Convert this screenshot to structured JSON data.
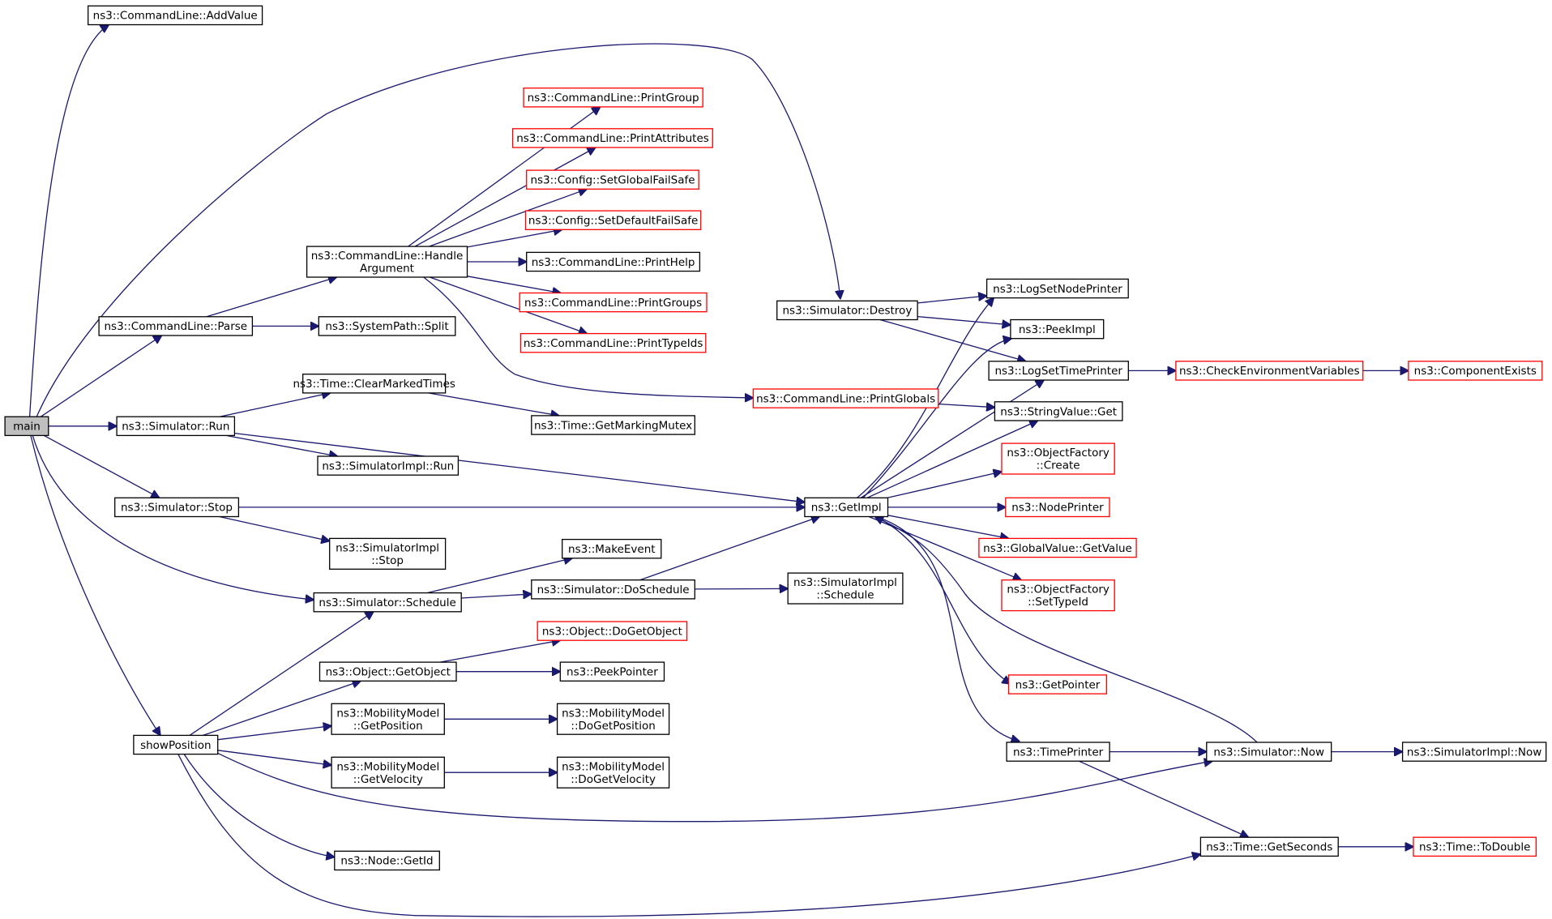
{
  "graph": {
    "nodes": [
      {
        "id": "main",
        "label": [
          "main"
        ],
        "style": "root"
      },
      {
        "id": "addvalue",
        "label": [
          "ns3::CommandLine::AddValue"
        ],
        "style": "normal"
      },
      {
        "id": "parse",
        "label": [
          "ns3::CommandLine::Parse"
        ],
        "style": "normal"
      },
      {
        "id": "handleargument",
        "label": [
          "ns3::CommandLine::Handle",
          "Argument"
        ],
        "style": "normal"
      },
      {
        "id": "printgroup",
        "label": [
          "ns3::CommandLine::PrintGroup"
        ],
        "style": "truncated"
      },
      {
        "id": "printattributes",
        "label": [
          "ns3::CommandLine::PrintAttributes"
        ],
        "style": "truncated"
      },
      {
        "id": "setglobalfailsafe",
        "label": [
          "ns3::Config::SetGlobalFailSafe"
        ],
        "style": "truncated"
      },
      {
        "id": "setdefaultfailsafe",
        "label": [
          "ns3::Config::SetDefaultFailSafe"
        ],
        "style": "truncated"
      },
      {
        "id": "printhelp",
        "label": [
          "ns3::CommandLine::PrintHelp"
        ],
        "style": "normal"
      },
      {
        "id": "printgroups",
        "label": [
          "ns3::CommandLine::PrintGroups"
        ],
        "style": "truncated"
      },
      {
        "id": "printtypeids",
        "label": [
          "ns3::CommandLine::PrintTypeIds"
        ],
        "style": "truncated"
      },
      {
        "id": "printglobals",
        "label": [
          "ns3::CommandLine::PrintGlobals"
        ],
        "style": "truncated"
      },
      {
        "id": "split",
        "label": [
          "ns3::SystemPath::Split"
        ],
        "style": "normal"
      },
      {
        "id": "destroy",
        "label": [
          "ns3::Simulator::Destroy"
        ],
        "style": "normal"
      },
      {
        "id": "logsetnodeprinter",
        "label": [
          "ns3::LogSetNodePrinter"
        ],
        "style": "normal"
      },
      {
        "id": "peekimpl",
        "label": [
          "ns3::PeekImpl"
        ],
        "style": "normal"
      },
      {
        "id": "logsettimeprinter",
        "label": [
          "ns3::LogSetTimePrinter"
        ],
        "style": "normal"
      },
      {
        "id": "checkenv",
        "label": [
          "ns3::CheckEnvironmentVariables"
        ],
        "style": "truncated"
      },
      {
        "id": "componentexists",
        "label": [
          "ns3::ComponentExists"
        ],
        "style": "truncated"
      },
      {
        "id": "stringvalueget",
        "label": [
          "ns3::StringValue::Get"
        ],
        "style": "normal"
      },
      {
        "id": "objfactorycreate",
        "label": [
          "ns3::ObjectFactory",
          "::Create"
        ],
        "style": "truncated"
      },
      {
        "id": "nodeprinter",
        "label": [
          "ns3::NodePrinter"
        ],
        "style": "truncated"
      },
      {
        "id": "globalvaluegetvalue",
        "label": [
          "ns3::GlobalValue::GetValue"
        ],
        "style": "truncated"
      },
      {
        "id": "objfactorysettypeid",
        "label": [
          "ns3::ObjectFactory",
          "::SetTypeId"
        ],
        "style": "truncated"
      },
      {
        "id": "getpointer",
        "label": [
          "ns3::GetPointer"
        ],
        "style": "truncated"
      },
      {
        "id": "getimpl",
        "label": [
          "ns3::GetImpl"
        ],
        "style": "normal"
      },
      {
        "id": "simrun",
        "label": [
          "ns3::Simulator::Run"
        ],
        "style": "normal"
      },
      {
        "id": "clearmarkedtimes",
        "label": [
          "ns3::Time::ClearMarkedTimes"
        ],
        "style": "normal"
      },
      {
        "id": "getmarkingmutex",
        "label": [
          "ns3::Time::GetMarkingMutex"
        ],
        "style": "normal"
      },
      {
        "id": "simimplrun",
        "label": [
          "ns3::SimulatorImpl::Run"
        ],
        "style": "normal"
      },
      {
        "id": "simstop",
        "label": [
          "ns3::Simulator::Stop"
        ],
        "style": "normal"
      },
      {
        "id": "simimplstop",
        "label": [
          "ns3::SimulatorImpl",
          "::Stop"
        ],
        "style": "normal"
      },
      {
        "id": "makeevent",
        "label": [
          "ns3::MakeEvent"
        ],
        "style": "normal"
      },
      {
        "id": "simschedule",
        "label": [
          "ns3::Simulator::Schedule"
        ],
        "style": "normal"
      },
      {
        "id": "doschedule",
        "label": [
          "ns3::Simulator::DoSchedule"
        ],
        "style": "normal"
      },
      {
        "id": "simimplschedule",
        "label": [
          "ns3::SimulatorImpl",
          "::Schedule"
        ],
        "style": "normal"
      },
      {
        "id": "dogetobject",
        "label": [
          "ns3::Object::DoGetObject"
        ],
        "style": "truncated"
      },
      {
        "id": "getobject",
        "label": [
          "ns3::Object::GetObject"
        ],
        "style": "normal"
      },
      {
        "id": "peekpointer",
        "label": [
          "ns3::PeekPointer"
        ],
        "style": "normal"
      },
      {
        "id": "mmgetposition",
        "label": [
          "ns3::MobilityModel",
          "::GetPosition"
        ],
        "style": "normal"
      },
      {
        "id": "mmdogetposition",
        "label": [
          "ns3::MobilityModel",
          "::DoGetPosition"
        ],
        "style": "normal"
      },
      {
        "id": "showposition",
        "label": [
          "showPosition"
        ],
        "style": "normal"
      },
      {
        "id": "mmgetvelocity",
        "label": [
          "ns3::MobilityModel",
          "::GetVelocity"
        ],
        "style": "normal"
      },
      {
        "id": "mmdogetvelocity",
        "label": [
          "ns3::MobilityModel",
          "::DoGetVelocity"
        ],
        "style": "normal"
      },
      {
        "id": "nodegetid",
        "label": [
          "ns3::Node::GetId"
        ],
        "style": "normal"
      },
      {
        "id": "timeprinter",
        "label": [
          "ns3::TimePrinter"
        ],
        "style": "normal"
      },
      {
        "id": "simnow",
        "label": [
          "ns3::Simulator::Now"
        ],
        "style": "normal"
      },
      {
        "id": "simimplnow",
        "label": [
          "ns3::SimulatorImpl::Now"
        ],
        "style": "normal"
      },
      {
        "id": "timegetseconds",
        "label": [
          "ns3::Time::GetSeconds"
        ],
        "style": "normal"
      },
      {
        "id": "timetodouble",
        "label": [
          "ns3::Time::ToDouble"
        ],
        "style": "truncated"
      }
    ],
    "edges": [
      [
        "main",
        "addvalue"
      ],
      [
        "main",
        "destroy"
      ],
      [
        "main",
        "parse"
      ],
      [
        "main",
        "simrun"
      ],
      [
        "main",
        "simstop"
      ],
      [
        "main",
        "simschedule"
      ],
      [
        "main",
        "showposition"
      ],
      [
        "parse",
        "handleargument"
      ],
      [
        "parse",
        "split"
      ],
      [
        "handleargument",
        "printgroup"
      ],
      [
        "handleargument",
        "printattributes"
      ],
      [
        "handleargument",
        "setglobalfailsafe"
      ],
      [
        "handleargument",
        "setdefaultfailsafe"
      ],
      [
        "handleargument",
        "printhelp"
      ],
      [
        "handleargument",
        "printgroups"
      ],
      [
        "handleargument",
        "printtypeids"
      ],
      [
        "handleargument",
        "printglobals"
      ],
      [
        "printglobals",
        "stringvalueget"
      ],
      [
        "destroy",
        "logsetnodeprinter"
      ],
      [
        "destroy",
        "peekimpl"
      ],
      [
        "destroy",
        "logsettimeprinter"
      ],
      [
        "logsettimeprinter",
        "checkenv"
      ],
      [
        "checkenv",
        "componentexists"
      ],
      [
        "simrun",
        "clearmarkedtimes"
      ],
      [
        "simrun",
        "simimplrun"
      ],
      [
        "simrun",
        "getimpl"
      ],
      [
        "clearmarkedtimes",
        "getmarkingmutex"
      ],
      [
        "simstop",
        "getimpl"
      ],
      [
        "simstop",
        "simimplstop"
      ],
      [
        "simschedule",
        "makeevent"
      ],
      [
        "simschedule",
        "doschedule"
      ],
      [
        "doschedule",
        "getimpl"
      ],
      [
        "doschedule",
        "simimplschedule"
      ],
      [
        "getimpl",
        "logsetnodeprinter"
      ],
      [
        "getimpl",
        "peekimpl"
      ],
      [
        "getimpl",
        "logsettimeprinter"
      ],
      [
        "getimpl",
        "stringvalueget"
      ],
      [
        "getimpl",
        "objfactorycreate"
      ],
      [
        "getimpl",
        "nodeprinter"
      ],
      [
        "getimpl",
        "globalvaluegetvalue"
      ],
      [
        "getimpl",
        "objfactorysettypeid"
      ],
      [
        "getimpl",
        "getpointer"
      ],
      [
        "getimpl",
        "timeprinter"
      ],
      [
        "timeprinter",
        "simnow"
      ],
      [
        "timeprinter",
        "timegetseconds"
      ],
      [
        "simnow",
        "getimpl"
      ],
      [
        "simnow",
        "simimplnow"
      ],
      [
        "timegetseconds",
        "timetodouble"
      ],
      [
        "showposition",
        "simschedule"
      ],
      [
        "showposition",
        "getobject"
      ],
      [
        "showposition",
        "mmgetposition"
      ],
      [
        "showposition",
        "mmgetvelocity"
      ],
      [
        "showposition",
        "simnow"
      ],
      [
        "showposition",
        "nodegetid"
      ],
      [
        "showposition",
        "timegetseconds"
      ],
      [
        "getobject",
        "dogetobject"
      ],
      [
        "getobject",
        "peekpointer"
      ],
      [
        "mmgetposition",
        "mmdogetposition"
      ],
      [
        "mmgetvelocity",
        "mmdogetvelocity"
      ]
    ]
  },
  "colors": {
    "edge": "#191970",
    "node_border": "#000000",
    "truncated_border": "#ff0000",
    "root_fill": "#bfbfbf",
    "background": "#ffffff"
  }
}
